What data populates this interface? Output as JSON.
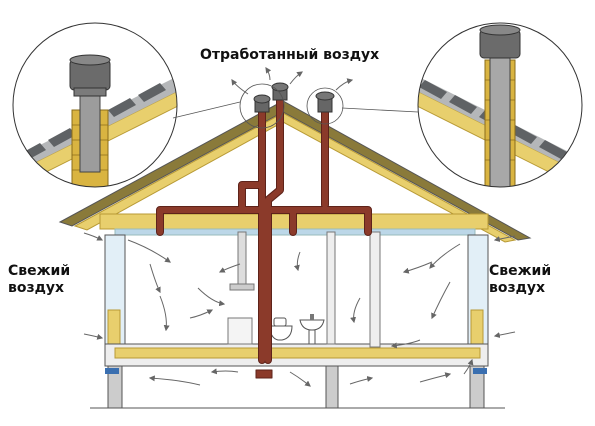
{
  "labels": {
    "exhaust_air": "Отработанный воздух",
    "fresh_air_left": [
      "Свежий",
      "воздух"
    ],
    "fresh_air_right": [
      "Свежий",
      "воздух"
    ]
  },
  "colors": {
    "duct": "#8b3a2a",
    "duct_dark": "#5e231a",
    "wood": "#e8cf6d",
    "wood_edge": "#b89a35",
    "wall_insulation": "#e2eff7",
    "line": "#555555",
    "airflow": "#666666",
    "roof_tile": "#5f6265",
    "chimney_brick": "#d9b441"
  }
}
